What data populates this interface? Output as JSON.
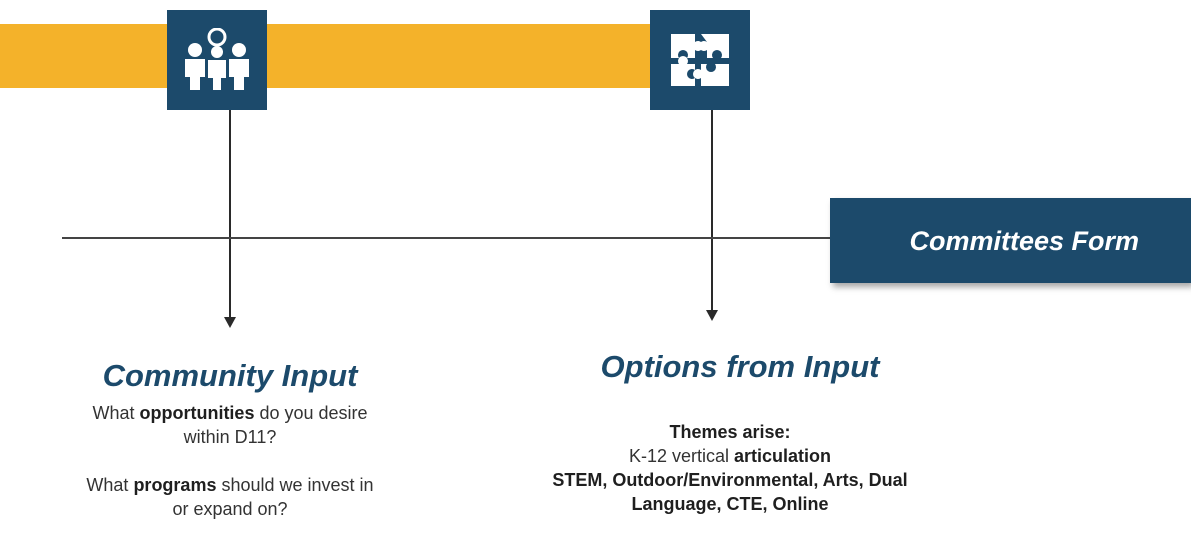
{
  "diagram": {
    "colors": {
      "band": "#f4b22a",
      "navy": "#1c4a6b",
      "line": "#2a2a2a"
    },
    "icons": {
      "left": "people-group-icon",
      "right": "puzzle-icon"
    },
    "committee_label": "Committees Form",
    "left": {
      "title": "Community Input",
      "q1_pre": "What ",
      "q1_bold": "opportunities",
      "q1_post": " do you desire",
      "q1_line2": "within D11?",
      "q2_pre": "What ",
      "q2_bold": "programs",
      "q2_post": " should we invest in",
      "q2_line2": "or expand on?"
    },
    "right": {
      "title": "Options from Input",
      "themes_heading": "Themes arise:",
      "line1_pre": "K-12 vertical ",
      "line1_bold": "articulation",
      "line2": "STEM, Outdoor/Environmental, Arts, Dual",
      "line3": "Language, CTE, Online"
    }
  }
}
